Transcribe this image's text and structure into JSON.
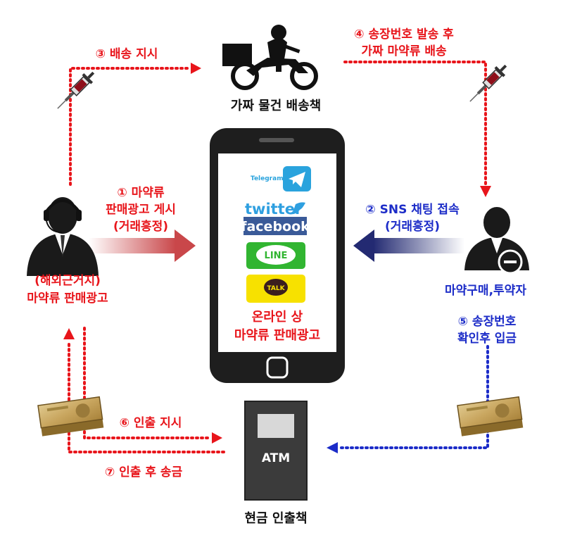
{
  "colors": {
    "red": "#e8151b",
    "blue": "#1c2cc8",
    "phone": "#1e1e1e",
    "telegram": "#2aa3dd",
    "twitter": "#2e9fe0",
    "facebook": "#3a5a98",
    "line": "#31b531",
    "kakao": "#f7e100",
    "atm": "#3b3b3b"
  },
  "icons": [
    "courier-motorbike-icon",
    "seller-headset-icon",
    "buyer-person-icon",
    "syringe-icon",
    "cash-bundle-icon",
    "atm-icon",
    "smartphone-icon"
  ],
  "labels": {
    "courier": "가짜 물건 배송책",
    "seller_line1": "(해외근거지)",
    "seller_line2": "마약류 판매광고",
    "buyer": "마약구매,투약자",
    "phone_line1": "온라인 상",
    "phone_line2": "마약류 판매광고",
    "atm_box": "ATM",
    "atm_caption": "현금 인출책"
  },
  "apps": {
    "telegram": "Telegram",
    "twitter": "twitter",
    "facebook": "facebook",
    "line": "LINE",
    "kakao": "TALK"
  },
  "steps": {
    "s1_line1": "① 마약류",
    "s1_line2": "판매광고 게시",
    "s1_line3": "(거래흥정)",
    "s2_line1": "② SNS 채팅 접속",
    "s2_line2": "(거래흥정)",
    "s3": "③ 배송 지시",
    "s4_line1": "④ 송장번호 발송 후",
    "s4_line2": "가짜 마약류 배송",
    "s5_line1": "⑤ 송장번호",
    "s5_line2": "확인후 입금",
    "s6": "⑥ 인출 지시",
    "s7": "⑦ 인출 후 송금"
  }
}
